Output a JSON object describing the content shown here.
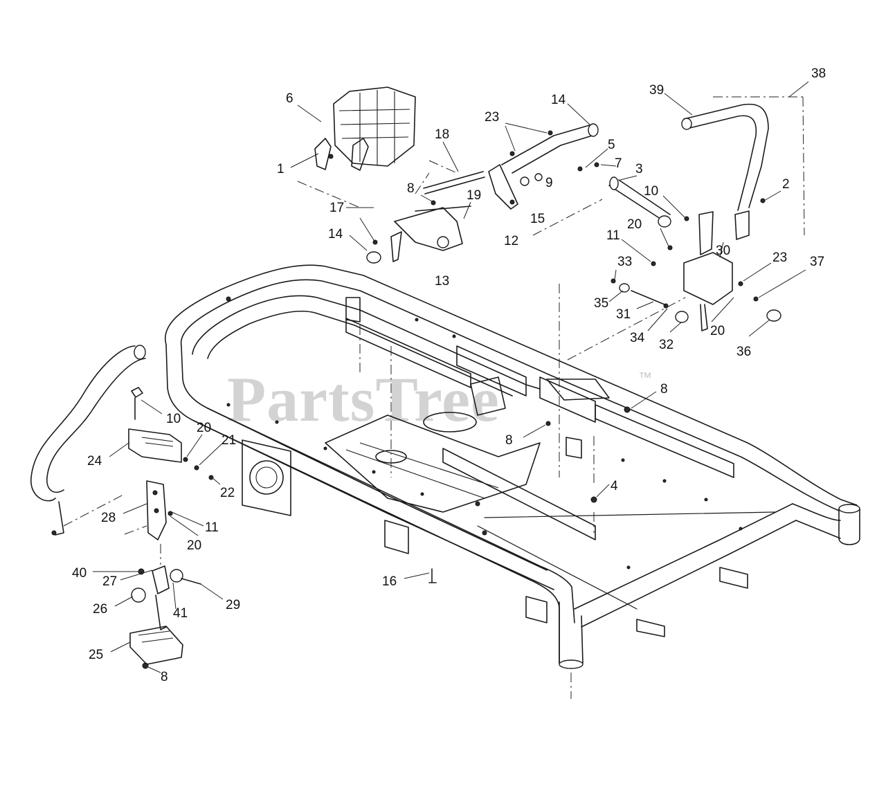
{
  "watermark": {
    "text": "PartsTree",
    "trademark": "™"
  },
  "callouts": [
    {
      "id": "c6",
      "label": "6"
    },
    {
      "id": "c1",
      "label": "1"
    },
    {
      "id": "c18",
      "label": "18"
    },
    {
      "id": "c23a",
      "label": "23"
    },
    {
      "id": "c14a",
      "label": "14"
    },
    {
      "id": "c5",
      "label": "5"
    },
    {
      "id": "c7",
      "label": "7"
    },
    {
      "id": "c3",
      "label": "3"
    },
    {
      "id": "c9",
      "label": "9"
    },
    {
      "id": "c8a",
      "label": "8"
    },
    {
      "id": "c19",
      "label": "19"
    },
    {
      "id": "c17",
      "label": "17"
    },
    {
      "id": "c14b",
      "label": "14"
    },
    {
      "id": "c13",
      "label": "13"
    },
    {
      "id": "c12",
      "label": "12"
    },
    {
      "id": "c15",
      "label": "15"
    },
    {
      "id": "c10a",
      "label": "10"
    },
    {
      "id": "c11a",
      "label": "11"
    },
    {
      "id": "c20a",
      "label": "20"
    },
    {
      "id": "c39",
      "label": "39"
    },
    {
      "id": "c38",
      "label": "38"
    },
    {
      "id": "c2",
      "label": "2"
    },
    {
      "id": "c30",
      "label": "30"
    },
    {
      "id": "c23b",
      "label": "23"
    },
    {
      "id": "c37",
      "label": "37"
    },
    {
      "id": "c33",
      "label": "33"
    },
    {
      "id": "c35",
      "label": "35"
    },
    {
      "id": "c31",
      "label": "31"
    },
    {
      "id": "c34",
      "label": "34"
    },
    {
      "id": "c32",
      "label": "32"
    },
    {
      "id": "c20b",
      "label": "20"
    },
    {
      "id": "c36",
      "label": "36"
    },
    {
      "id": "c8b",
      "label": "8"
    },
    {
      "id": "c8c",
      "label": "8"
    },
    {
      "id": "c4",
      "label": "4"
    },
    {
      "id": "c10b",
      "label": "10"
    },
    {
      "id": "c20c",
      "label": "20"
    },
    {
      "id": "c21",
      "label": "21"
    },
    {
      "id": "c24",
      "label": "24"
    },
    {
      "id": "c22",
      "label": "22"
    },
    {
      "id": "c28",
      "label": "28"
    },
    {
      "id": "c11b",
      "label": "11"
    },
    {
      "id": "c20d",
      "label": "20"
    },
    {
      "id": "c40",
      "label": "40"
    },
    {
      "id": "c27",
      "label": "27"
    },
    {
      "id": "c26",
      "label": "26"
    },
    {
      "id": "c41",
      "label": "41"
    },
    {
      "id": "c29",
      "label": "29"
    },
    {
      "id": "c16",
      "label": "16"
    },
    {
      "id": "c25",
      "label": "25"
    },
    {
      "id": "c8d",
      "label": "8"
    }
  ]
}
